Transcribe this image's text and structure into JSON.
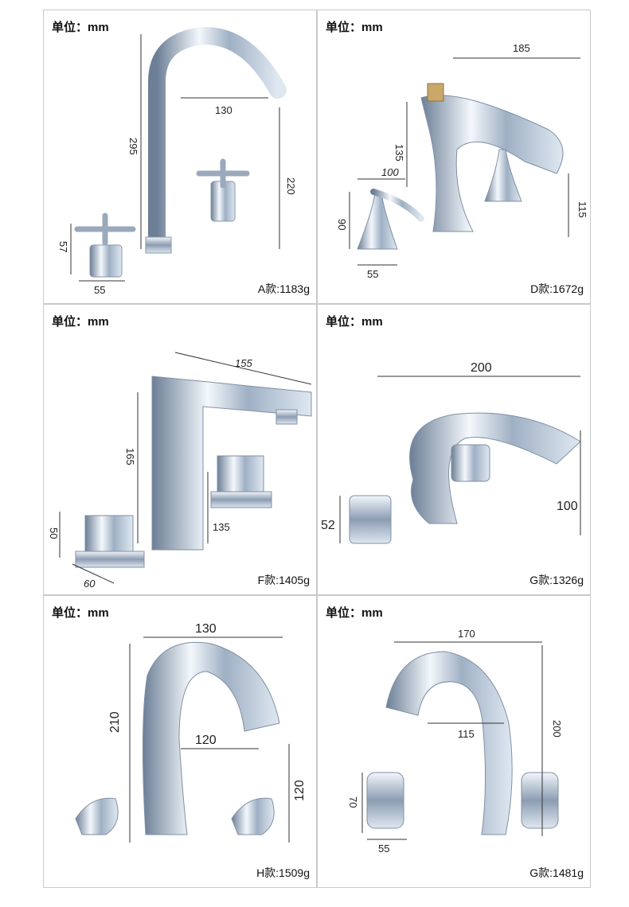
{
  "unit_label": "单位：mm",
  "panels": [
    {
      "caption": "A款:1183g",
      "dims": [
        "295",
        "130",
        "220",
        "57",
        "55"
      ]
    },
    {
      "caption": "D款:1672g",
      "dims": [
        "185",
        "135",
        "100",
        "90",
        "55",
        "115"
      ]
    },
    {
      "caption": "F款:1405g",
      "dims": [
        "155",
        "165",
        "135",
        "50",
        "60"
      ]
    },
    {
      "caption": "G款:1326g",
      "dims": [
        "200",
        "100",
        "52"
      ]
    },
    {
      "caption": "H款:1509g",
      "dims": [
        "130",
        "210",
        "120",
        "120"
      ]
    },
    {
      "caption": "G款:1481g",
      "dims": [
        "170",
        "200",
        "115",
        "70",
        "55"
      ]
    }
  ]
}
